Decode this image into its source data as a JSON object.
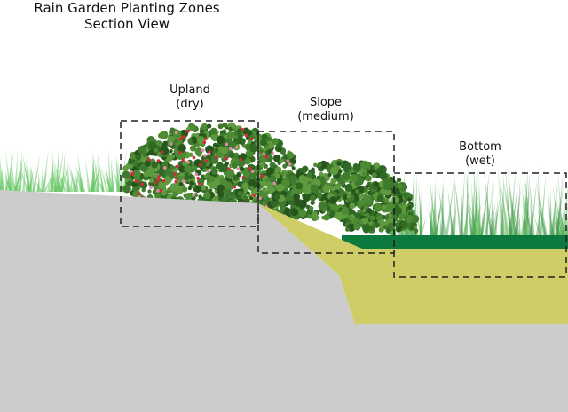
{
  "title": {
    "line1": "Rain Garden Planting Zones",
    "line2": "Section View"
  },
  "zones": [
    {
      "name": "Upland",
      "condition": "(dry)"
    },
    {
      "name": "Slope",
      "condition": "(medium)"
    },
    {
      "name": "Bottom",
      "condition": "(wet)"
    }
  ],
  "colors": {
    "ground": "#cccccc",
    "soil": "#cfcd66",
    "water": "#0c7a3e",
    "grass_light": "#6cc96a",
    "grass_dark": "#3f9a45",
    "shrub": "#3f7a2e",
    "flower": "#d42a3a"
  }
}
